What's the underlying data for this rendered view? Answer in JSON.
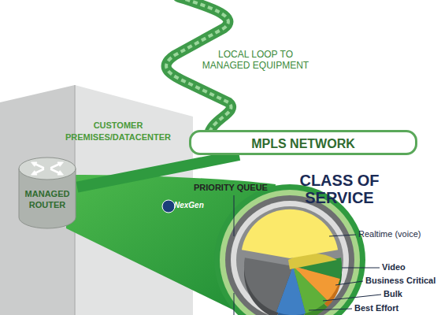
{
  "diagram": {
    "nodes": [
      {
        "text": [
          "CUSTOMER PREMISES/DATACENTER"
        ]
      },
      {
        "text": [
          "MANAGED ROUTER"
        ],
        "in": 0
      },
      {
        "text": [
          "MPLS NETWORK"
        ]
      }
    ],
    "edges": [
      {
        "from": 1,
        "to": 2,
        "arrow": "none"
      }
    ],
    "labels": [
      "LOCAL LOOP TO MANAGED EQUIPMENT",
      "PRIORITY QUEUE",
      "CLASS OF SERVICE",
      "Realtime (voice)",
      "Video",
      "Business Critical",
      "Bulk",
      "Best Effort",
      "NexGen"
    ]
  }
}
